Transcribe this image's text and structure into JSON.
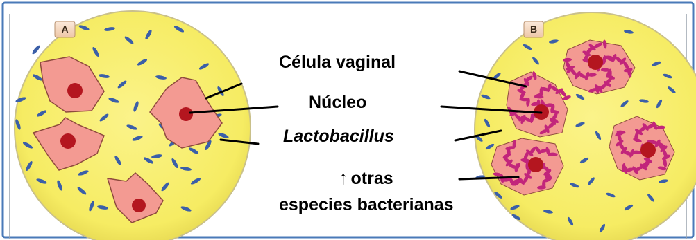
{
  "panels": [
    {
      "tag": "A"
    },
    {
      "tag": "B"
    }
  ],
  "labels": {
    "cell": "Célula vaginal",
    "nucleus": "Núcleo",
    "lactobacillus": "Lactobacillus",
    "other_arrow": "↑",
    "other_line1": "otras",
    "other_line2": "especies bacterianas"
  },
  "colors": {
    "frame_border": "#4a7ab8",
    "circle_fill": "#f7ef70",
    "circle_stroke": "#c9c08a",
    "cell_fill": "#f39a92",
    "cell_stroke": "#8e4a3e",
    "nucleus_fill": "#b4161f",
    "lactobacillus": "#3b5fa8",
    "other_bacteria": "#c2257b",
    "tag_fill": "#f6dbc6"
  }
}
